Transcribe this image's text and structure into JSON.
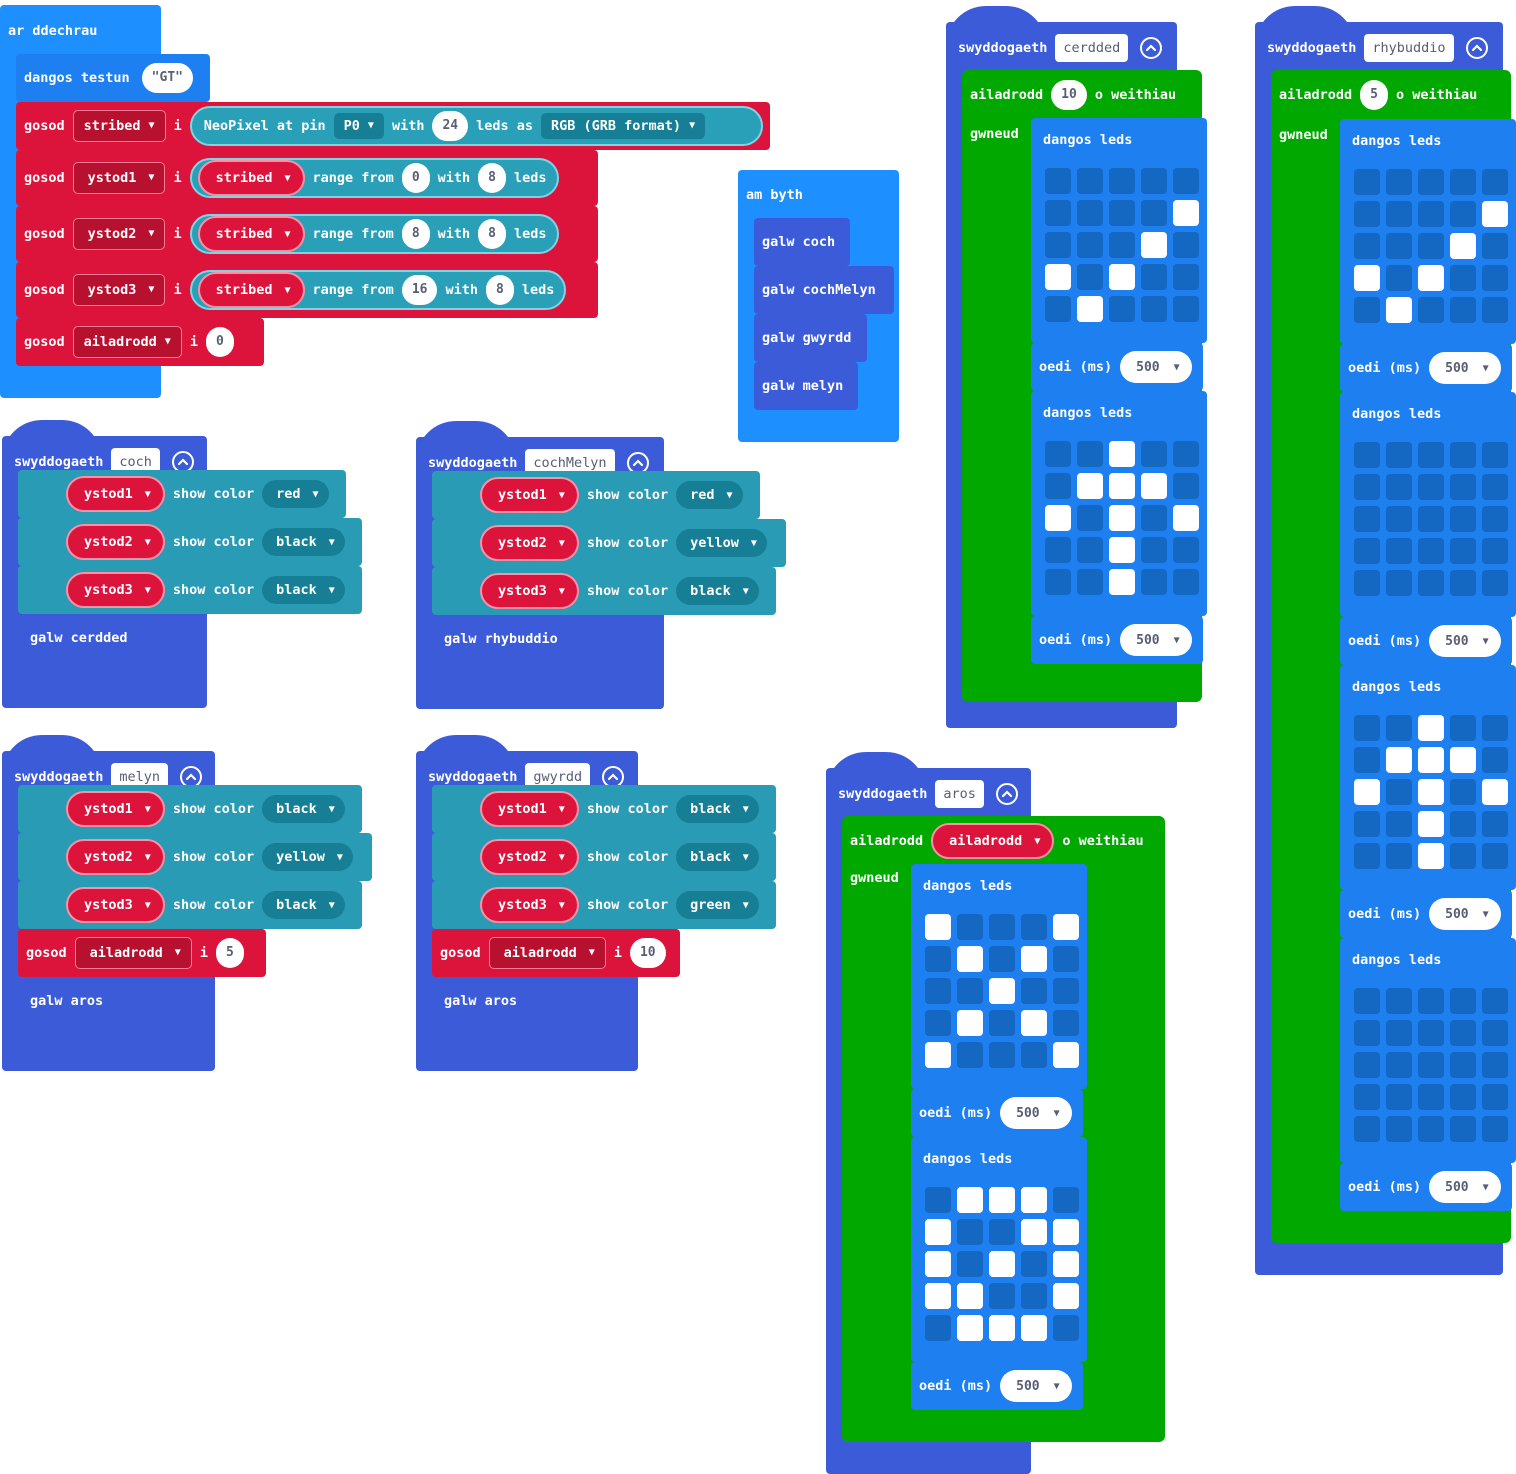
{
  "colors": {
    "event": "#1e90ff",
    "func": "#3b5bd9",
    "loop": "#00a800",
    "variable": "#dc143c",
    "neopixel": "#2a9bb5",
    "basic": "#1e7ff0"
  },
  "on_start": {
    "title": "ar ddechrau",
    "show_string": {
      "label": "dangos testun",
      "value": "\"GT\""
    },
    "set1": {
      "set": "gosod",
      "var": "stribed",
      "to": "i",
      "create": "NeoPixel at pin",
      "pin": "P0",
      "with": "with",
      "count": "24",
      "leds": "leds as",
      "mode": "RGB (GRB format)"
    },
    "set2": {
      "set": "gosod",
      "var": "ystod1",
      "to": "i",
      "strip": "stribed",
      "range": "range from",
      "from": "0",
      "with": "with",
      "count": "8",
      "leds": "leds"
    },
    "set3": {
      "set": "gosod",
      "var": "ystod2",
      "to": "i",
      "strip": "stribed",
      "range": "range from",
      "from": "8",
      "with": "with",
      "count": "8",
      "leds": "leds"
    },
    "set4": {
      "set": "gosod",
      "var": "ystod3",
      "to": "i",
      "strip": "stribed",
      "range": "range from",
      "from": "16",
      "with": "with",
      "count": "8",
      "leds": "leds"
    },
    "set5": {
      "set": "gosod",
      "var": "ailadrodd",
      "to": "i",
      "value": "0"
    }
  },
  "forever": {
    "title": "am byth",
    "calls": [
      "galw coch",
      "galw cochMelyn",
      "galw gwyrdd",
      "galw melyn"
    ]
  },
  "func_label": "swyddogaeth",
  "show_color": "show color",
  "coch": {
    "name": "coch",
    "rows": [
      {
        "var": "ystod1",
        "color": "red"
      },
      {
        "var": "ystod2",
        "color": "black"
      },
      {
        "var": "ystod3",
        "color": "black"
      }
    ],
    "call": "galw cerdded"
  },
  "cochMelyn": {
    "name": "cochMelyn",
    "rows": [
      {
        "var": "ystod1",
        "color": "red"
      },
      {
        "var": "ystod2",
        "color": "yellow"
      },
      {
        "var": "ystod3",
        "color": "black"
      }
    ],
    "call": "galw rhybuddio"
  },
  "melyn": {
    "name": "melyn",
    "rows": [
      {
        "var": "ystod1",
        "color": "black"
      },
      {
        "var": "ystod2",
        "color": "yellow"
      },
      {
        "var": "ystod3",
        "color": "black"
      }
    ],
    "set": {
      "set": "gosod",
      "var": "ailadrodd",
      "to": "i",
      "value": "5"
    },
    "call": "galw aros"
  },
  "gwyrdd": {
    "name": "gwyrdd",
    "rows": [
      {
        "var": "ystod1",
        "color": "black"
      },
      {
        "var": "ystod2",
        "color": "black"
      },
      {
        "var": "ystod3",
        "color": "green"
      }
    ],
    "set": {
      "set": "gosod",
      "var": "ailadrodd",
      "to": "i",
      "value": "10"
    },
    "call": "galw aros"
  },
  "repeat": {
    "label": "ailadrodd",
    "times": "o weithiau",
    "do": "gwneud"
  },
  "show_leds": "dangos leds",
  "pause": {
    "label": "oedi (ms)",
    "value": "500"
  },
  "cerdded": {
    "name": "cerdded",
    "count": "10",
    "frames": [
      [
        0,
        0,
        0,
        0,
        0,
        0,
        0,
        0,
        0,
        1,
        0,
        0,
        0,
        1,
        0,
        1,
        0,
        1,
        0,
        0,
        0,
        1,
        0,
        0,
        0
      ],
      [
        0,
        0,
        1,
        0,
        0,
        0,
        1,
        1,
        1,
        0,
        1,
        0,
        1,
        0,
        1,
        0,
        0,
        1,
        0,
        0,
        0,
        0,
        1,
        0,
        0
      ]
    ]
  },
  "rhybuddio": {
    "name": "rhybuddio",
    "count": "5",
    "frames": [
      [
        0,
        0,
        0,
        0,
        0,
        0,
        0,
        0,
        0,
        1,
        0,
        0,
        0,
        1,
        0,
        1,
        0,
        1,
        0,
        0,
        0,
        1,
        0,
        0,
        0
      ],
      [
        0,
        0,
        0,
        0,
        0,
        0,
        0,
        0,
        0,
        0,
        0,
        0,
        0,
        0,
        0,
        0,
        0,
        0,
        0,
        0,
        0,
        0,
        0,
        0,
        0
      ],
      [
        0,
        0,
        1,
        0,
        0,
        0,
        1,
        1,
        1,
        0,
        1,
        0,
        1,
        0,
        1,
        0,
        0,
        1,
        0,
        0,
        0,
        0,
        1,
        0,
        0
      ],
      [
        0,
        0,
        0,
        0,
        0,
        0,
        0,
        0,
        0,
        0,
        0,
        0,
        0,
        0,
        0,
        0,
        0,
        0,
        0,
        0,
        0,
        0,
        0,
        0,
        0
      ]
    ]
  },
  "aros": {
    "name": "aros",
    "count_var": "ailadrodd",
    "frames": [
      [
        1,
        0,
        0,
        0,
        1,
        0,
        1,
        0,
        1,
        0,
        0,
        0,
        1,
        0,
        0,
        0,
        1,
        0,
        1,
        0,
        1,
        0,
        0,
        0,
        1
      ],
      [
        0,
        1,
        1,
        1,
        0,
        1,
        0,
        0,
        1,
        1,
        1,
        0,
        1,
        0,
        1,
        1,
        1,
        0,
        0,
        1,
        0,
        1,
        1,
        1,
        0
      ]
    ]
  }
}
